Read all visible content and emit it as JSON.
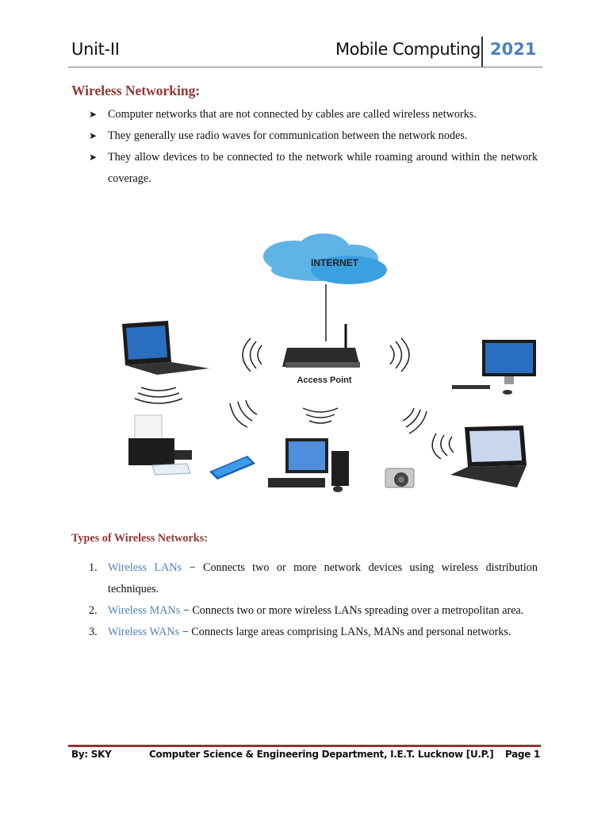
{
  "header": {
    "unit": "Unit-II",
    "title": "Mobile Computing",
    "year": "2021"
  },
  "section": {
    "title": "Wireless Networking:",
    "bullets": [
      "Computer networks that are not connected by cables are called wireless networks.",
      "They generally use radio waves for communication between the network nodes.",
      "They allow devices to be connected to the network while roaming around within the network coverage."
    ]
  },
  "diagram": {
    "cloud_label": "INTERNET",
    "ap_label": "Access Point"
  },
  "types": {
    "title": "Types of Wireless Networks:",
    "items": [
      {
        "num": "1.",
        "term": "Wireless LANs",
        "desc": " − Connects two or more network devices using wireless distribution techniques."
      },
      {
        "num": "2.",
        "term": "Wireless MANs",
        "desc": " − Connects two or more wireless LANs spreading over a metropolitan area."
      },
      {
        "num": "3.",
        "term": "Wireless WANs",
        "desc": " − Connects large areas comprising LANs, MANs and personal networks."
      }
    ]
  },
  "footer": {
    "by": "By: SKY",
    "dept": "Computer Science & Engineering Department, I.E.T. Lucknow [U.P.]",
    "page": "Page 1"
  },
  "colors": {
    "heading_red": "#943634",
    "accent_blue": "#4f81bd"
  }
}
